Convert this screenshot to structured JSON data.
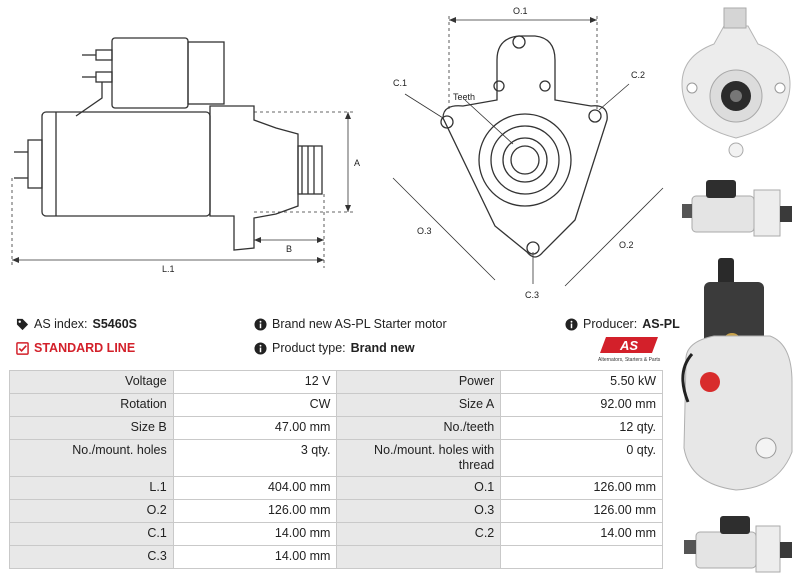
{
  "drawing": {
    "side_labels": {
      "a": "A",
      "b": "B",
      "l1": "L.1"
    },
    "front_labels": {
      "o1": "O.1",
      "o2": "O.2",
      "o3": "O.3",
      "c1": "C.1",
      "c2": "C.2",
      "c3": "C.3",
      "teeth": "Teeth"
    }
  },
  "info": {
    "index_label": "AS index:",
    "index_value": "S5460S",
    "condition": "Brand new AS-PL Starter motor",
    "producer_label": "Producer:",
    "producer_value": "AS-PL",
    "line": "STANDARD LINE",
    "type_label": "Product type:",
    "type_value": "Brand new"
  },
  "logo": {
    "mark": "AS",
    "tagline": "Alternators, Starters & Parts",
    "color": "#d3202a"
  },
  "specs": [
    {
      "l1": "Voltage",
      "v1": "12 V",
      "l2": "Power",
      "v2": "5.50 kW"
    },
    {
      "l1": "Rotation",
      "v1": "CW",
      "l2": "Size A",
      "v2": "92.00 mm"
    },
    {
      "l1": "Size B",
      "v1": "47.00 mm",
      "l2": "No./teeth",
      "v2": "12 qty."
    },
    {
      "l1": "No./mount. holes",
      "v1": "3 qty.",
      "l2": "No./mount. holes with thread",
      "v2": "0 qty."
    },
    {
      "l1": "L.1",
      "v1": "404.00 mm",
      "l2": "O.1",
      "v2": "126.00 mm"
    },
    {
      "l1": "O.2",
      "v1": "126.00 mm",
      "l2": "O.3",
      "v2": "126.00 mm"
    },
    {
      "l1": "C.1",
      "v1": "14.00 mm",
      "l2": "C.2",
      "v2": "14.00 mm"
    },
    {
      "l1": "C.3",
      "v1": "14.00 mm",
      "l2": "",
      "v2": ""
    }
  ]
}
